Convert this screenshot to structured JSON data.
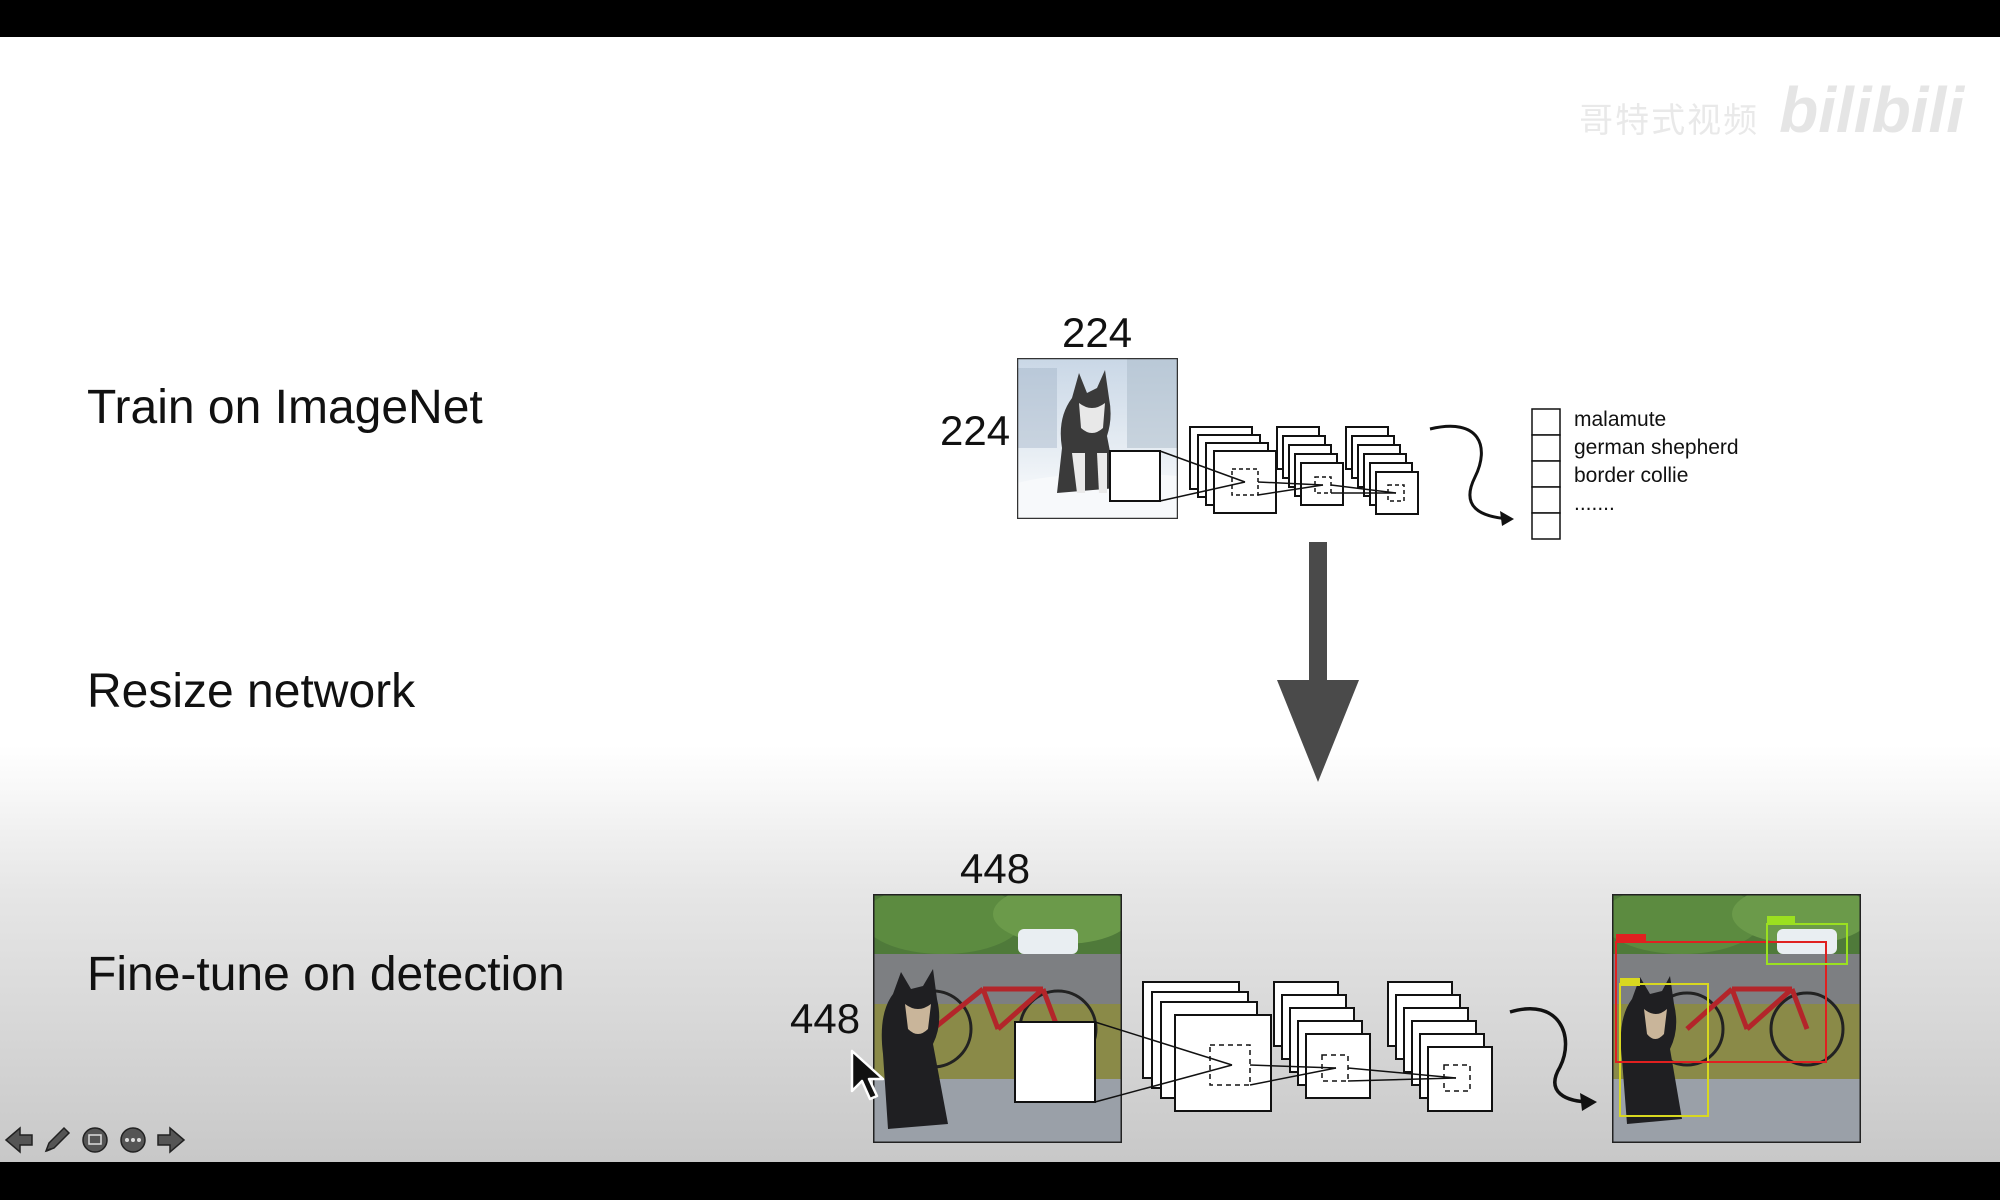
{
  "labels": {
    "train": "Train on ImageNet",
    "resize": "Resize network",
    "finetune": "Fine-tune on detection"
  },
  "dims": {
    "small": "224",
    "large": "448"
  },
  "classes": [
    "malamute",
    "german shepherd",
    "border collie",
    "......."
  ],
  "watermark": {
    "owner": "哥特式视频",
    "brand": "bilibili"
  },
  "controls": [
    "prev-icon",
    "pen-icon",
    "screen-icon",
    "more-icon",
    "next-icon"
  ],
  "colors": {
    "arrow": "#4a4a4a",
    "box_red": "#e02020",
    "box_yellow": "#d8d820"
  }
}
